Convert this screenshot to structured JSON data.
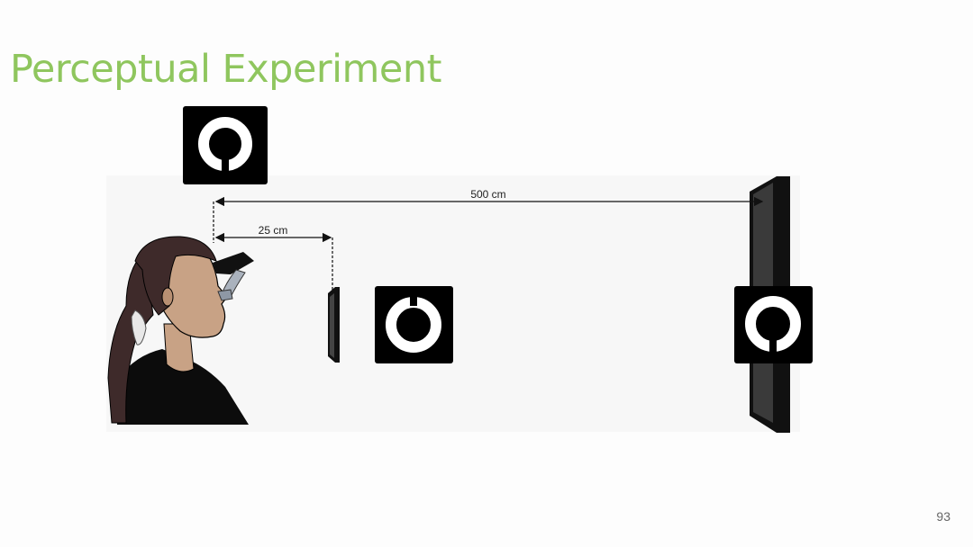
{
  "slide": {
    "title": "Perceptual Experiment",
    "page_number": "93"
  },
  "diagram": {
    "near_distance_label": "25 cm",
    "far_distance_label": "500 cm",
    "colors": {
      "title_green": "#8fc65e",
      "symbol_black": "#000000",
      "skin": "#c8a285",
      "hair": "#3e2a2a"
    },
    "icons": [
      "ring-symbol-icon",
      "person-figure-icon",
      "near-display-icon",
      "far-display-icon"
    ]
  }
}
